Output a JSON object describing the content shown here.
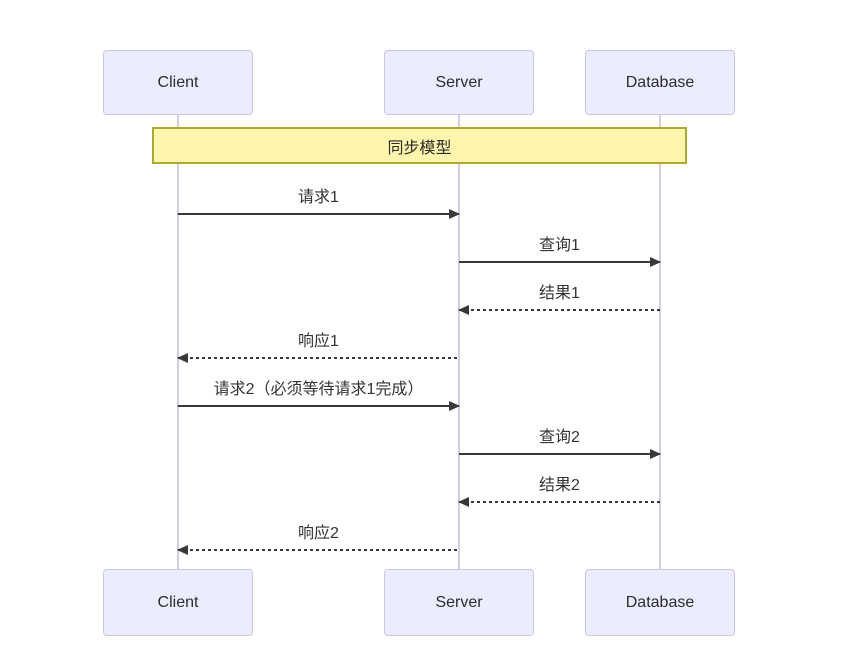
{
  "diagram": {
    "type": "sequence",
    "participants": [
      {
        "id": "client",
        "label": "Client"
      },
      {
        "id": "server",
        "label": "Server"
      },
      {
        "id": "database",
        "label": "Database"
      }
    ],
    "note": {
      "label": "同步模型",
      "position": "over Client,Database"
    },
    "messages": [
      {
        "from": "Client",
        "to": "Server",
        "label": "请求1",
        "line": "solid",
        "direction": "right"
      },
      {
        "from": "Server",
        "to": "Database",
        "label": "查询1",
        "line": "solid",
        "direction": "right"
      },
      {
        "from": "Database",
        "to": "Server",
        "label": "结果1",
        "line": "dotted",
        "direction": "left"
      },
      {
        "from": "Server",
        "to": "Client",
        "label": "响应1",
        "line": "dotted",
        "direction": "left"
      },
      {
        "from": "Client",
        "to": "Server",
        "label": "请求2（必须等待请求1完成）",
        "line": "solid",
        "direction": "right"
      },
      {
        "from": "Server",
        "to": "Database",
        "label": "查询2",
        "line": "solid",
        "direction": "right"
      },
      {
        "from": "Database",
        "to": "Server",
        "label": "结果2",
        "line": "dotted",
        "direction": "left"
      },
      {
        "from": "Server",
        "to": "Client",
        "label": "响应2",
        "line": "dotted",
        "direction": "left"
      }
    ],
    "colors": {
      "actor_fill": "#ECECFF",
      "actor_border": "#CCC5E5",
      "note_fill": "#FFF5AD",
      "note_border": "#AAAA33",
      "lifeline": "#D3CEE4",
      "message": "#383838"
    }
  }
}
